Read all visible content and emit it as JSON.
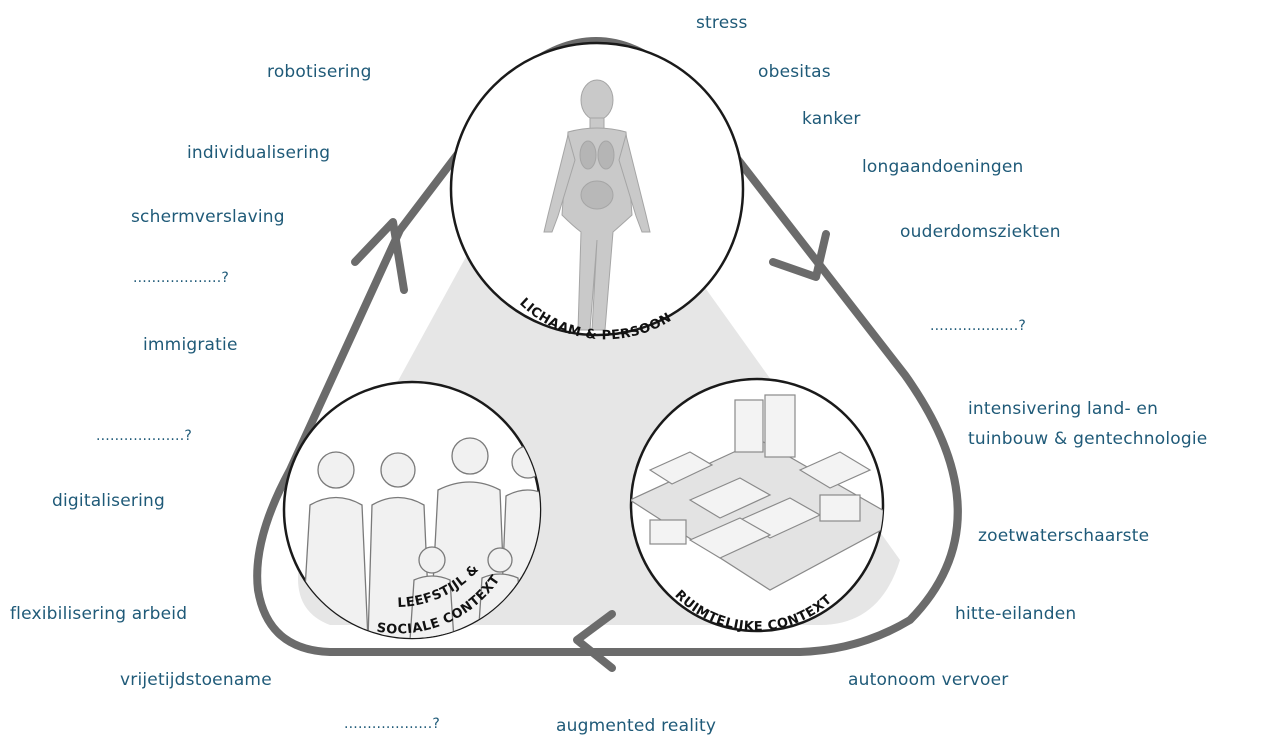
{
  "circles": {
    "body": "LICHAAM & PERSOON",
    "lifestyle_line1": "LEEFSTIJL &",
    "lifestyle_line2": "SOCIALE CONTEXT",
    "spatial": "RUIMTELIJKE CONTEXT"
  },
  "terms": {
    "stress": "stress",
    "obesitas": "obesitas",
    "kanker": "kanker",
    "longaandoeningen": "longaandoeningen",
    "ouderdomsziekten": "ouderdomsziekten",
    "placeholder_right": "...................?",
    "intensivering_1": "intensivering land- en",
    "intensivering_2": "tuinbouw & gentechnologie",
    "zoetwaterschaarste": "zoetwaterschaarste",
    "hitte_eilanden": "hitte-eilanden",
    "autonoom_vervoer": "autonoom vervoer",
    "augmented_reality": "augmented  reality",
    "placeholder_bottom": "...................?",
    "vrijetijdstoename": "vrijetijdstoename",
    "flexibilisering_arbeid": "flexibilisering arbeid",
    "digitalisering": "digitalisering",
    "placeholder_left_low": "...................?",
    "immigratie": "immigratie",
    "placeholder_left_high": "...................?",
    "schermverslaving": "schermverslaving",
    "individualisering": "individualisering",
    "robotisering": "robotisering"
  },
  "colors": {
    "text": "#1f5a78",
    "outline": "#6b6b6b",
    "fill": "#e6e6e6"
  }
}
